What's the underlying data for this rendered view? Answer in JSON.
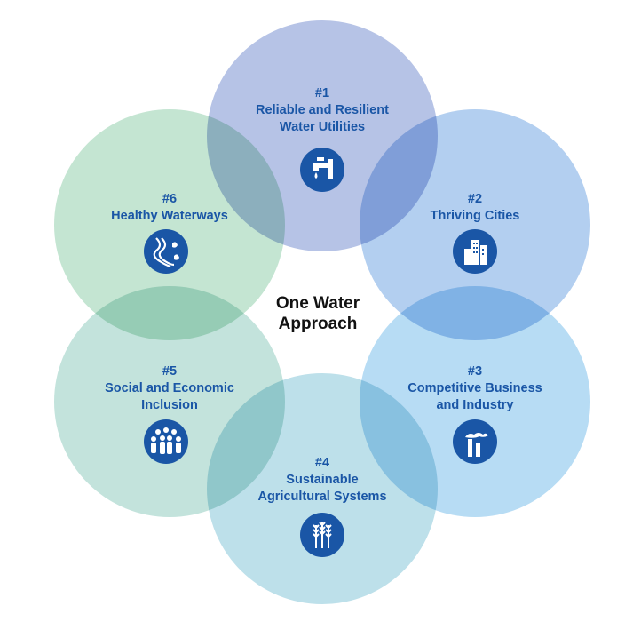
{
  "center": {
    "line1": "One Water",
    "line2": "Approach"
  },
  "circles": [
    {
      "num": "#1",
      "name_line1": "Reliable and Resilient",
      "name_line2": "Water Utilities",
      "icon": "water-tap-icon",
      "color": "#b6c3e6"
    },
    {
      "num": "#2",
      "name_line1": "Thriving Cities",
      "name_line2": "",
      "icon": "city-buildings-icon",
      "color": "#b3cff0"
    },
    {
      "num": "#3",
      "name_line1": "Competitive Business",
      "name_line2": "and Industry",
      "icon": "factory-icon",
      "color": "#b7dcf4"
    },
    {
      "num": "#4",
      "name_line1": "Sustainable",
      "name_line2": "Agricultural Systems",
      "icon": "wheat-icon",
      "color": "#bde0ea"
    },
    {
      "num": "#5",
      "name_line1": "Social and Economic",
      "name_line2": "Inclusion",
      "icon": "people-group-icon",
      "color": "#c3e3dc"
    },
    {
      "num": "#6",
      "name_line1": "Healthy Waterways",
      "name_line2": "",
      "icon": "river-icon",
      "color": "#c4e5d2"
    }
  ],
  "colors": {
    "text": "#1a56a6",
    "icon_bg": "#1a56a6",
    "center_text": "#111111"
  }
}
